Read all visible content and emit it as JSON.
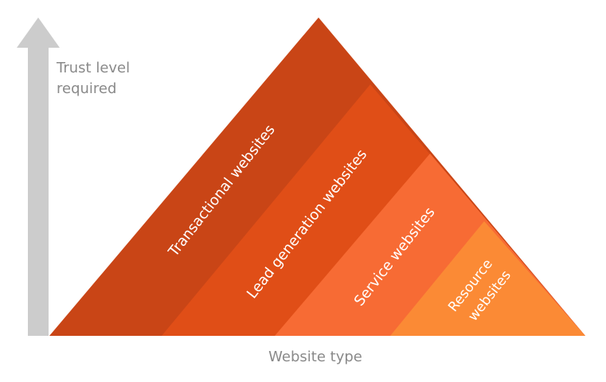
{
  "diagram": {
    "y_axis_label_line1": "Trust level",
    "y_axis_label_line2": "required",
    "x_axis_label": "Website type",
    "tiers": [
      {
        "name": "Transactional websites",
        "color": "#c94516"
      },
      {
        "name": "Lead generation websites",
        "color": "#e04e17"
      },
      {
        "name": "Service websites",
        "color": "#f76b34"
      },
      {
        "name_line1": "Resource",
        "name_line2": "websites",
        "color": "#fb8a35"
      }
    ],
    "arrow_color": "#cccccc"
  }
}
